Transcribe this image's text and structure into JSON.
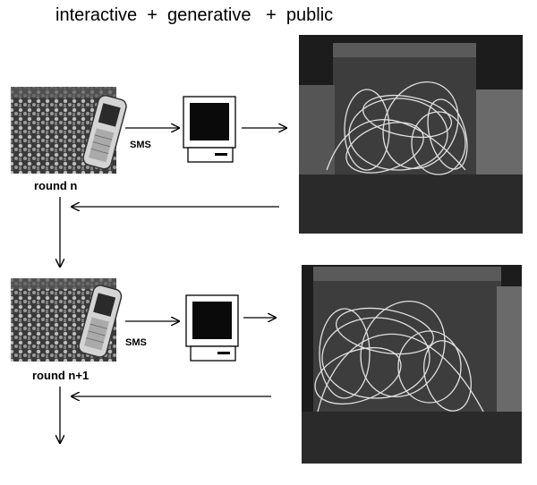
{
  "title": "interactive  +  generative   +  public",
  "rounds": [
    {
      "label": "round n",
      "sms_label": "SMS"
    },
    {
      "label": "round n+1",
      "sms_label": "SMS"
    }
  ],
  "colors": {
    "ink": "#000000",
    "screen": "#0a0a0a",
    "night": "#1c1c1c",
    "light_trail": "#f2f2f2"
  },
  "icons": [
    "crowd-photo",
    "mobile-phone-icon",
    "computer-icon",
    "castle-photo",
    "arrow-right",
    "arrow-left",
    "arrow-down"
  ]
}
